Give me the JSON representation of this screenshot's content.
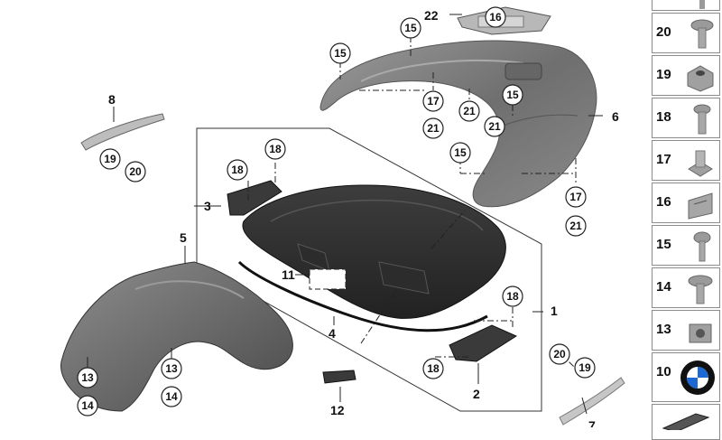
{
  "parts": {
    "p1": "1",
    "p2": "2",
    "p3": "3",
    "p4": "4",
    "p5": "5",
    "p6": "6",
    "p7": "7",
    "p8": "8",
    "p11": "11",
    "p12": "12"
  },
  "callouts": {
    "c22": "22",
    "c16": "16",
    "c15": "15",
    "c17": "17",
    "c21": "21",
    "c18": "18",
    "c19": "19",
    "c20": "20",
    "c13": "13",
    "c14": "14"
  },
  "legend": [
    {
      "num": "20",
      "icon": "button-head-screw-icon"
    },
    {
      "num": "19",
      "icon": "square-nut-icon"
    },
    {
      "num": "18",
      "icon": "torx-screw-icon"
    },
    {
      "num": "17",
      "icon": "speed-nut-icon"
    },
    {
      "num": "16",
      "icon": "spring-clip-icon"
    },
    {
      "num": "15",
      "icon": "pan-head-screw-icon"
    },
    {
      "num": "14",
      "icon": "collar-screw-icon"
    },
    {
      "num": "13",
      "icon": "cage-nut-icon"
    },
    {
      "num": "10",
      "icon": "bmw-emblem-icon"
    },
    {
      "num": "",
      "icon": "gasket-strip-icon"
    }
  ],
  "colors": {
    "part_gray": "#7d7d7d",
    "dark_gray": "#3a3a3a",
    "line": "#222222"
  }
}
